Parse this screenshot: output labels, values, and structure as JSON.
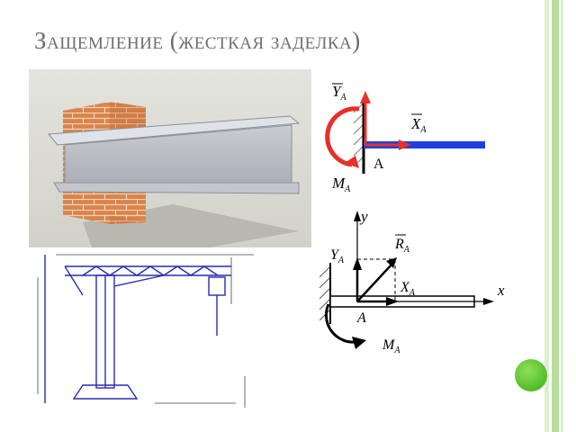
{
  "slide": {
    "title": "Защемление (жесткая заделка)"
  },
  "reaction_top": {
    "y_label": "Y",
    "y_sub": "A",
    "x_label": "X",
    "x_sub": "A",
    "m_label": "M",
    "m_sub": "A",
    "point_label": "A"
  },
  "reaction_bottom": {
    "y_axis": "y",
    "x_axis": "x",
    "ya_label": "Y",
    "ya_sub": "A",
    "ra_label": "R",
    "ra_sub": "A",
    "xa_label": "X",
    "xa_sub": "A",
    "point_label": "A",
    "ma_label": "M",
    "ma_sub": "A"
  },
  "colors": {
    "title": "#6e6e6e",
    "rail": "#b9dd9c",
    "accent_dot": "#5cc22f",
    "beam_blue": "#1f3fe0",
    "reaction_red": "#e8302a"
  }
}
